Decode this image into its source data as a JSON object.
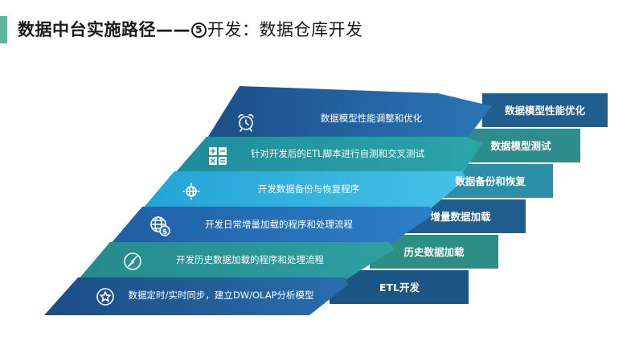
{
  "title": {
    "main": "数据中台实施路径——",
    "circled_number": "5",
    "subtitle": "开发：数据仓库开发"
  },
  "colors": {
    "accent": "#59b99a",
    "navy": "#1e5b8a",
    "teal": "#2a8fa0",
    "sky": "#2ba8d8"
  },
  "bands": [
    {
      "label": "数据模型性能调整和优化",
      "icon": "alarm-clock-icon"
    },
    {
      "label": "针对开发后的ETL脚本进行自测和交叉测试",
      "icon": "calculator-icon"
    },
    {
      "label": "开发数据备份与恢复程序",
      "icon": "globe-grid-icon"
    },
    {
      "label": "开发日常增量加载的程序和处理流程",
      "icon": "globe-dollar-icon"
    },
    {
      "label": "开发历史数据加载的程序和处理流程",
      "icon": "compass-icon"
    },
    {
      "label": "数据定时/实时同步，建立DW/OLAP分析模型",
      "icon": "star-badge-icon"
    }
  ],
  "steps": [
    {
      "label": "数据模型性能优化"
    },
    {
      "label": "数据模型测试"
    },
    {
      "label": "数据备份和恢复"
    },
    {
      "label": "增量数据加载"
    },
    {
      "label": "历史数据加载"
    },
    {
      "label": "ETL开发"
    }
  ]
}
